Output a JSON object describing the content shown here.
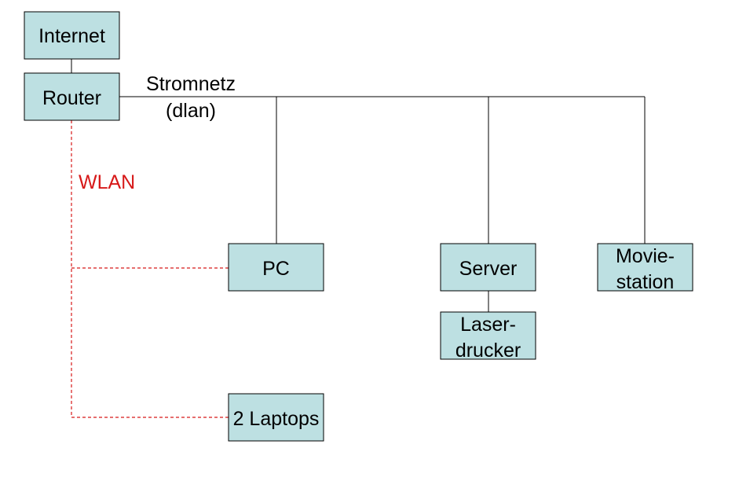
{
  "nodes": {
    "internet": {
      "label": "Internet"
    },
    "router": {
      "label": "Router"
    },
    "pc": {
      "label": "PC"
    },
    "server": {
      "label": "Server"
    },
    "moviestation": {
      "line1": "Movie-",
      "line2": "station"
    },
    "laserdrucker": {
      "line1": "Laser-",
      "line2": "drucker"
    },
    "laptops": {
      "label": "2 Laptops"
    }
  },
  "labels": {
    "stromnetz_line1": "Stromnetz",
    "stromnetz_line2": "(dlan)",
    "wlan": "WLAN"
  },
  "colors": {
    "node_fill": "#bde0e2",
    "wlan": "#d71919",
    "wired": "#000000"
  }
}
